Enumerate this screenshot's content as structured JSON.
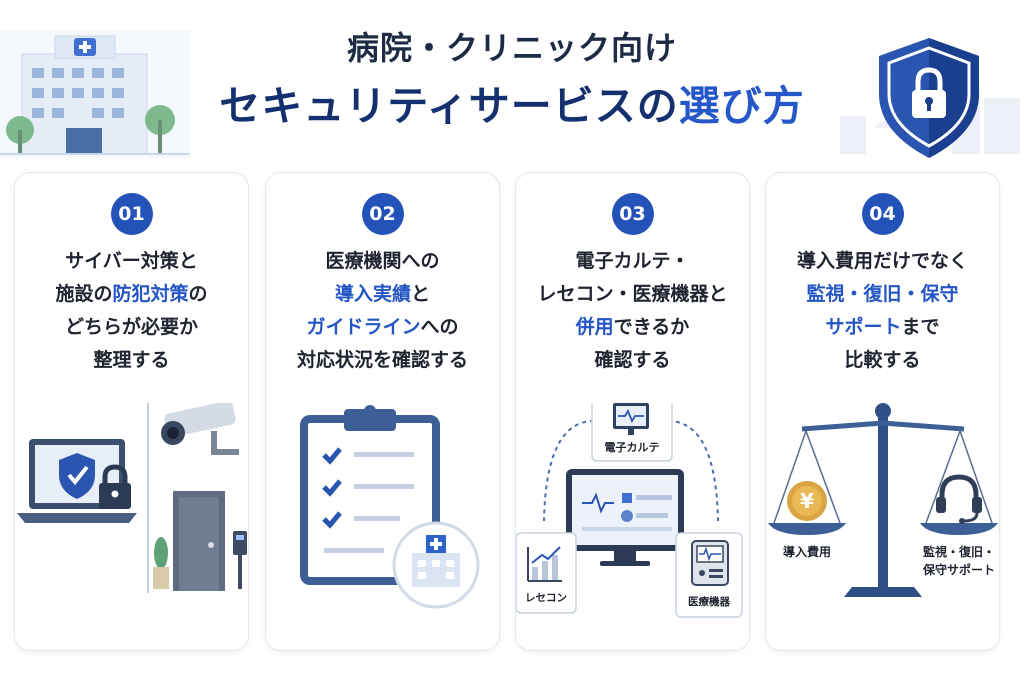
{
  "title": {
    "line1": "病院・クリニック向け",
    "line2_main": "セキュリティサービスの",
    "line2_accent": "選び方"
  },
  "colors": {
    "navy": "#15306e",
    "accent_blue": "#2557c8",
    "badge_blue": "#2352b8",
    "card_border": "#e3e8f0",
    "illustration_blue": "#3c5f96"
  },
  "cards": [
    {
      "number": "01",
      "lines": [
        [
          {
            "t": "サイバー対策と",
            "hl": false
          }
        ],
        [
          {
            "t": "施設の",
            "hl": false
          },
          {
            "t": "防犯対策",
            "hl": true
          },
          {
            "t": "の",
            "hl": false
          }
        ],
        [
          {
            "t": "どちらが必要か",
            "hl": false
          }
        ],
        [
          {
            "t": "整理する",
            "hl": false
          }
        ]
      ],
      "icons": [
        "laptop-icon",
        "shield-check-icon",
        "padlock-icon",
        "security-camera-icon",
        "door-icon",
        "plant-icon",
        "access-control-panel-icon"
      ]
    },
    {
      "number": "02",
      "lines": [
        [
          {
            "t": "医療機関への",
            "hl": false
          }
        ],
        [
          {
            "t": "導入実績",
            "hl": true
          },
          {
            "t": "と",
            "hl": false
          }
        ],
        [
          {
            "t": "ガイドライン",
            "hl": true
          },
          {
            "t": "への",
            "hl": false
          }
        ],
        [
          {
            "t": "対応状況を確認する",
            "hl": false
          }
        ]
      ],
      "icons": [
        "clipboard-checklist-icon",
        "hospital-building-icon"
      ]
    },
    {
      "number": "03",
      "lines": [
        [
          {
            "t": "電子カルテ・",
            "hl": false
          }
        ],
        [
          {
            "t": "レセコン・医療機器と",
            "hl": false
          }
        ],
        [
          {
            "t": "併用",
            "hl": true
          },
          {
            "t": "できるか",
            "hl": false
          }
        ],
        [
          {
            "t": "確認する",
            "hl": false
          }
        ]
      ],
      "labels": {
        "ehr": "電子カルテ",
        "receipt": "レセコン",
        "device": "医療機器"
      },
      "icons": [
        "monitor-icon",
        "heartbeat-icon",
        "bar-chart-icon",
        "medical-device-icon"
      ]
    },
    {
      "number": "04",
      "lines": [
        [
          {
            "t": "導入費用だけでなく",
            "hl": false
          }
        ],
        [
          {
            "t": "監視・復旧・保守",
            "hl": true
          }
        ],
        [
          {
            "t": "サポート",
            "hl": true
          },
          {
            "t": "まで",
            "hl": false
          }
        ],
        [
          {
            "t": "比較する",
            "hl": false
          }
        ]
      ],
      "labels": {
        "cost": "導入費用",
        "support_line1": "監視・復旧・",
        "support_line2": "保守サポート",
        "yen": "¥"
      },
      "icons": [
        "balance-scale-icon",
        "yen-coin-icon",
        "headset-icon"
      ]
    }
  ]
}
